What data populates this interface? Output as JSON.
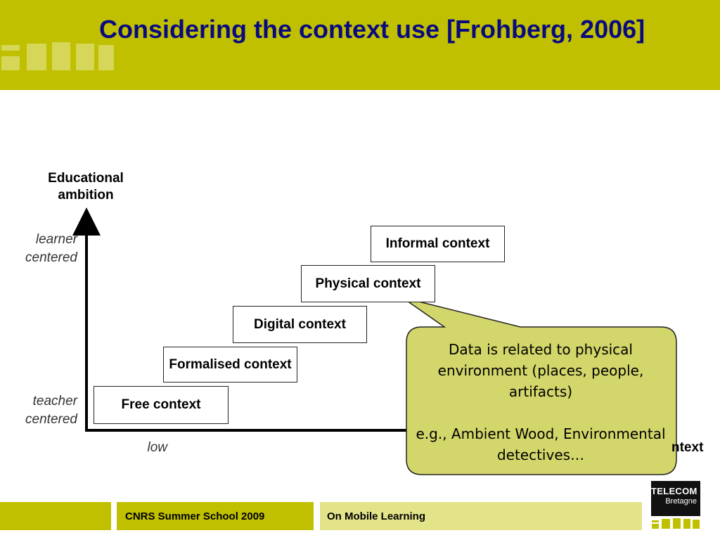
{
  "slide": {
    "title": "Considering the context use [Frohberg, 2006]"
  },
  "diagram": {
    "y_axis": {
      "label": "Educational ambition",
      "ticks": [
        "learner centered",
        "teacher centered"
      ]
    },
    "x_axis": {
      "tick": "low",
      "label_visible_fragment": "ntext"
    },
    "stages": [
      "Free context",
      "Formalised context",
      "Digital context",
      "Physical context",
      "Informal context"
    ],
    "callout": {
      "line1": "Data is related to physical environment (places, people, artifacts)",
      "line2": "e.g., Ambient Wood, Environmental detectives…"
    }
  },
  "footer": {
    "event": "CNRS Summer School  2009",
    "topic": "On Mobile Learning",
    "badge_line1": "TELECOM",
    "badge_line2": "Bretagne"
  },
  "colors": {
    "header": "#c0c000",
    "title": "#0a0a80",
    "callout_fill": "#d3d66a",
    "footer_light": "#e3e48a"
  }
}
